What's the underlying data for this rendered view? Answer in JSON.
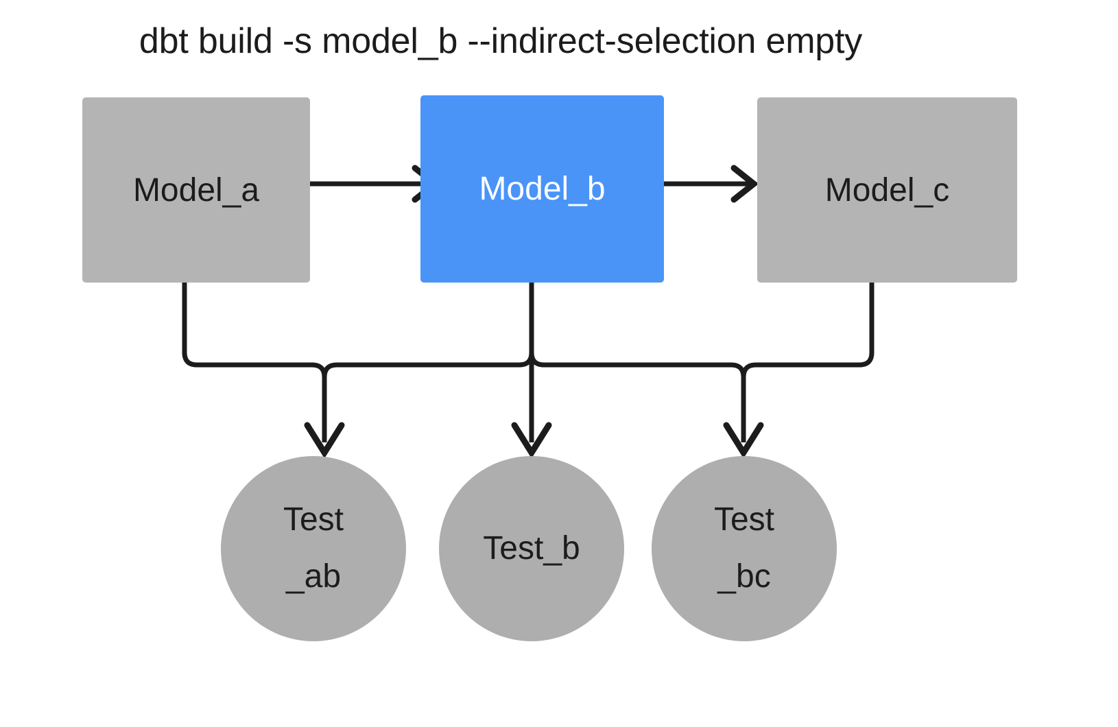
{
  "diagram": {
    "title": "dbt build -s model_b --indirect-selection empty",
    "colors": {
      "node_gray": "#b4b4b4",
      "node_selected_blue": "#4a94f8",
      "circle_gray": "#aeaeae",
      "edge_black": "#1c1c1c",
      "text_dark": "#1c1c1c",
      "text_light": "#ffffff",
      "background": "#ffffff"
    },
    "models": [
      {
        "id": "model_a",
        "label": "Model_a",
        "state": "unselected"
      },
      {
        "id": "model_b",
        "label": "Model_b",
        "state": "selected"
      },
      {
        "id": "model_c",
        "label": "Model_c",
        "state": "unselected"
      }
    ],
    "tests": [
      {
        "id": "test_ab",
        "line1": "Test",
        "line2": "_ab",
        "state": "unselected"
      },
      {
        "id": "test_b",
        "line1": "Test_b",
        "line2": "",
        "state": "unselected"
      },
      {
        "id": "test_bc",
        "line1": "Test",
        "line2": "_bc",
        "state": "unselected"
      }
    ],
    "edges": [
      {
        "from": "model_a",
        "to": "model_b",
        "kind": "horizontal-arrow"
      },
      {
        "from": "model_b",
        "to": "model_c",
        "kind": "horizontal-arrow"
      },
      {
        "from": "model_a",
        "to": "test_ab",
        "kind": "elbow-arrow"
      },
      {
        "from": "model_b",
        "to": "test_ab",
        "kind": "elbow-arrow"
      },
      {
        "from": "model_b",
        "to": "test_b",
        "kind": "straight-arrow"
      },
      {
        "from": "model_b",
        "to": "test_bc",
        "kind": "elbow-arrow"
      },
      {
        "from": "model_c",
        "to": "test_bc",
        "kind": "elbow-arrow"
      }
    ]
  }
}
